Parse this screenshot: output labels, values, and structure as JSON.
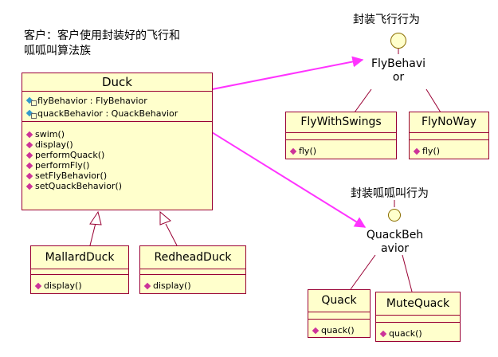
{
  "note": {
    "line1": "客户：客户使用封装好的飞行和",
    "line2": "呱呱叫算法族"
  },
  "duck": {
    "name": "Duck",
    "attributes": [
      "flyBehavior : FlyBehavior",
      "quackBehavior : QuackBehavior"
    ],
    "operations": [
      "swim()",
      "display()",
      "performQuack()",
      "performFly()",
      "setFlyBehavior()",
      "setQuackBehavior()"
    ]
  },
  "mallard": {
    "name": "MallardDuck",
    "operations": [
      "display()"
    ]
  },
  "redhead": {
    "name": "RedheadDuck",
    "operations": [
      "display()"
    ]
  },
  "fly_interface": {
    "caption": "封装飞行行为",
    "name_line1": "FlyBehavi",
    "name_line2": "or"
  },
  "fly_with_wings": {
    "name": "FlyWithSwings",
    "operations": [
      "fly()"
    ]
  },
  "fly_no_way": {
    "name": "FlyNoWay",
    "operations": [
      "fly()"
    ]
  },
  "quack_interface": {
    "caption": "封装呱呱叫行为",
    "name_line1": "QuackBeh",
    "name_line2": "avior"
  },
  "quack": {
    "name": "Quack",
    "operations": [
      "quack()"
    ]
  },
  "mute_quack": {
    "name": "MuteQuack",
    "operations": [
      "quack()"
    ]
  },
  "colors": {
    "class_fill": "#ffffcc",
    "class_border": "#990033",
    "association_arrow": "#ff33ff",
    "operation_icon": "#cc3399"
  }
}
